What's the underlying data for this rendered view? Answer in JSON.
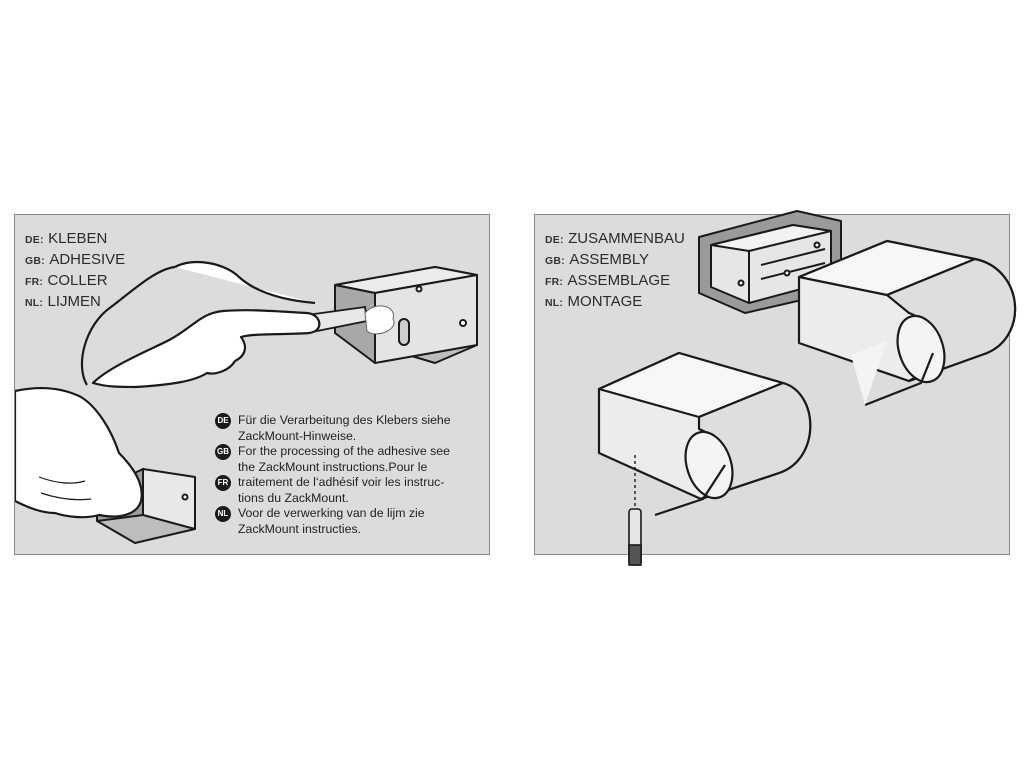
{
  "left_panel": {
    "headings": [
      {
        "code": "DE:",
        "text": "KLEBEN"
      },
      {
        "code": "GB:",
        "text": "ADHESIVE"
      },
      {
        "code": "FR:",
        "text": "COLLER"
      },
      {
        "code": "NL:",
        "text": "LIJMEN"
      }
    ],
    "notes": [
      {
        "badge": "DE",
        "lines": [
          "Für die Verarbeitung des Klebers siehe",
          "ZackMount-Hinweise."
        ]
      },
      {
        "badge": "GB",
        "lines": [
          "For the processing of the adhesive see",
          "the ZackMount instructions.Pour le"
        ]
      },
      {
        "badge": "FR",
        "lines": [
          "traitement de l‘adhésif voir les instruc-",
          "tions du ZackMount."
        ]
      },
      {
        "badge": "NL",
        "lines": [
          "Voor de verwerking van de lijm zie",
          "ZackMount instructies."
        ]
      }
    ]
  },
  "right_panel": {
    "headings": [
      {
        "code": "DE:",
        "text": "ZUSAMMENBAU"
      },
      {
        "code": "GB:",
        "text": "ASSEMBLY"
      },
      {
        "code": "FR:",
        "text": "ASSEMBLAGE"
      },
      {
        "code": "NL:",
        "text": "MONTAGE"
      }
    ]
  },
  "colors": {
    "panel_bg": "#dcdcdc",
    "line": "#1a1a1a",
    "part_light": "#eeeeee",
    "part_dark": "#9a9a9a"
  }
}
